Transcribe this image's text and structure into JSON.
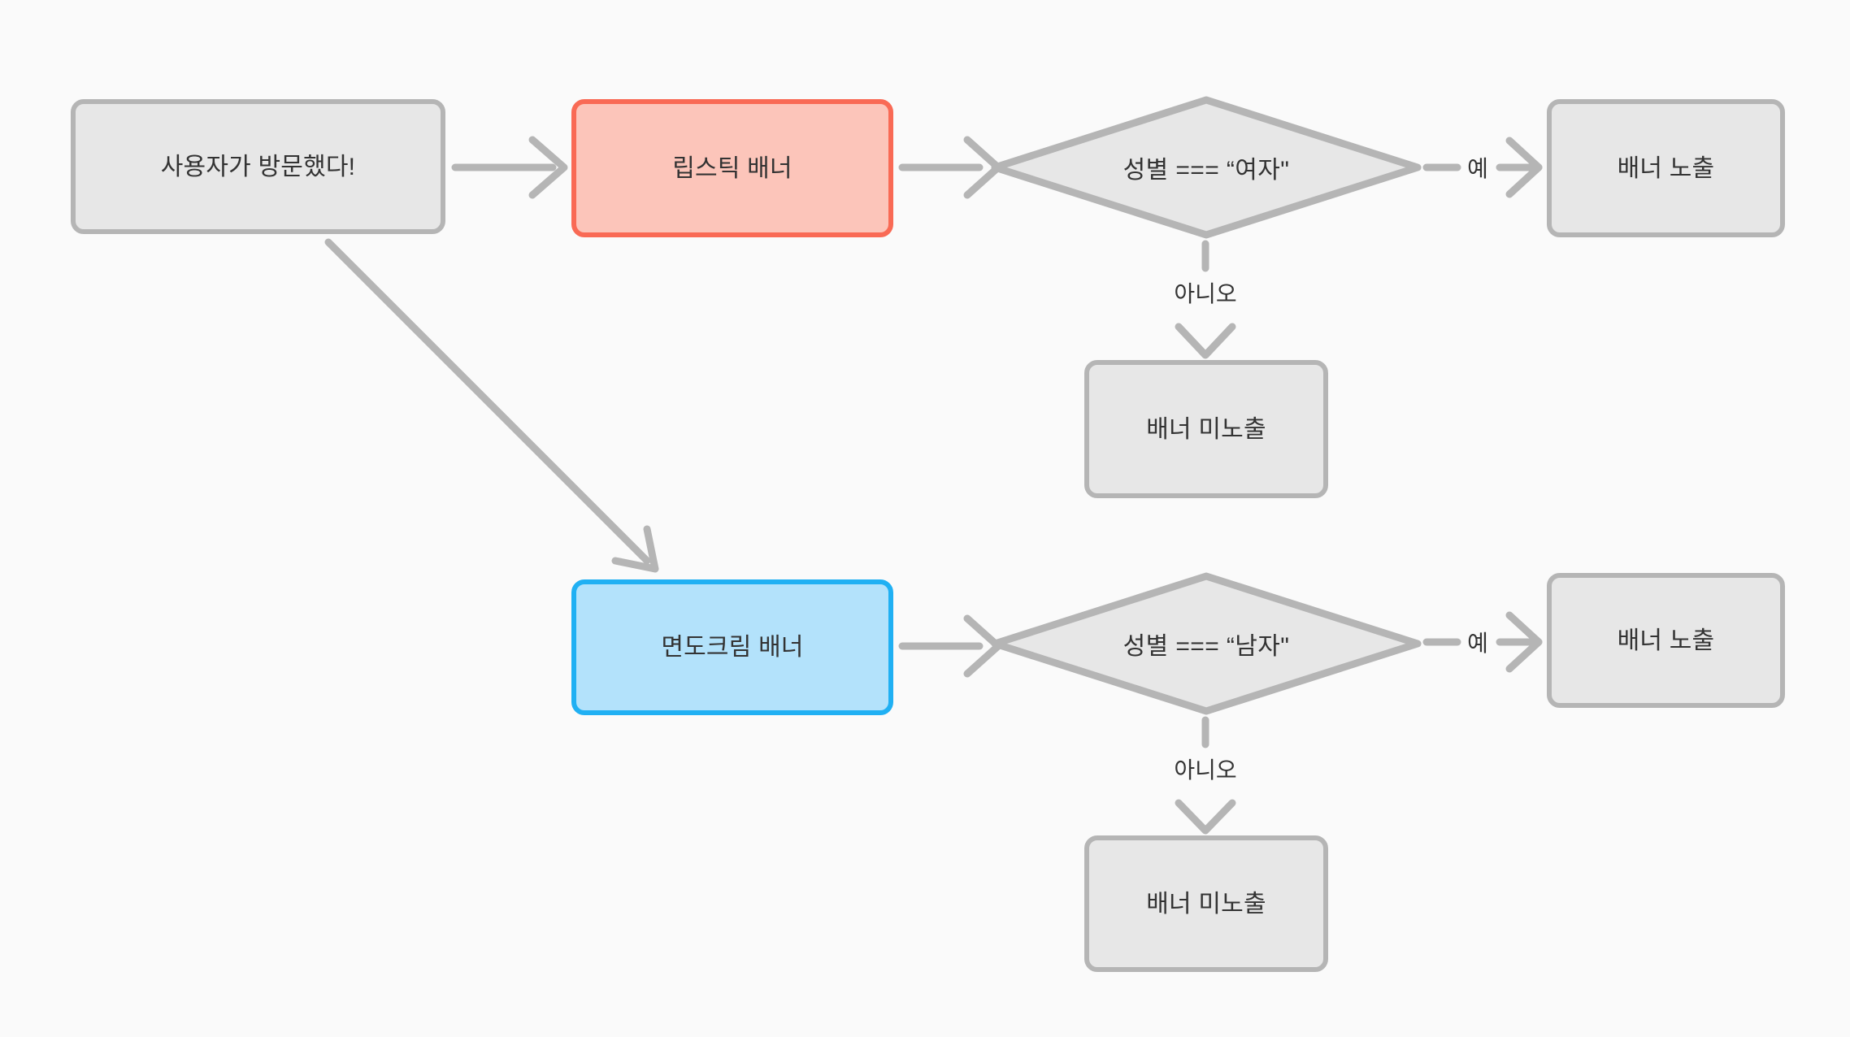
{
  "diagram": {
    "type": "flowchart",
    "background_color": "#FAFAFA",
    "edge_color": "#B5B5B5",
    "text_color": "#333333"
  },
  "nodes": {
    "start": {
      "label": "사용자가 방문했다!",
      "shape": "rounded-rect",
      "fill": "#E7E7E7",
      "stroke": "#B5B5B5"
    },
    "lipstick_banner": {
      "label": "립스틱 배너",
      "shape": "rounded-rect",
      "fill": "#FCC5BA",
      "stroke": "#F96A55"
    },
    "condition_female": {
      "label": "성별 === “여자\"",
      "shape": "diamond",
      "fill": "#E7E7E7",
      "stroke": "#B5B5B5"
    },
    "show_banner_top": {
      "label": "배너 노출",
      "shape": "rounded-rect",
      "fill": "#E7E7E7",
      "stroke": "#B5B5B5"
    },
    "hide_banner_top": {
      "label": "배너 미노출",
      "shape": "rounded-rect",
      "fill": "#E7E7E7",
      "stroke": "#B5B5B5"
    },
    "shaving_cream_banner": {
      "label": "면도크림 배너",
      "shape": "rounded-rect",
      "fill": "#B3E2FB",
      "stroke": "#20B0F3"
    },
    "condition_male": {
      "label": "성별 === “남자\"",
      "shape": "diamond",
      "fill": "#E7E7E7",
      "stroke": "#B5B5B5"
    },
    "show_banner_bottom": {
      "label": "배너 노출",
      "shape": "rounded-rect",
      "fill": "#E7E7E7",
      "stroke": "#B5B5B5"
    },
    "hide_banner_bottom": {
      "label": "배너 미노출",
      "shape": "rounded-rect",
      "fill": "#E7E7E7",
      "stroke": "#B5B5B5"
    }
  },
  "edge_labels": {
    "yes_top": "예",
    "no_top": "아니오",
    "yes_bottom": "예",
    "no_bottom": "아니오"
  }
}
